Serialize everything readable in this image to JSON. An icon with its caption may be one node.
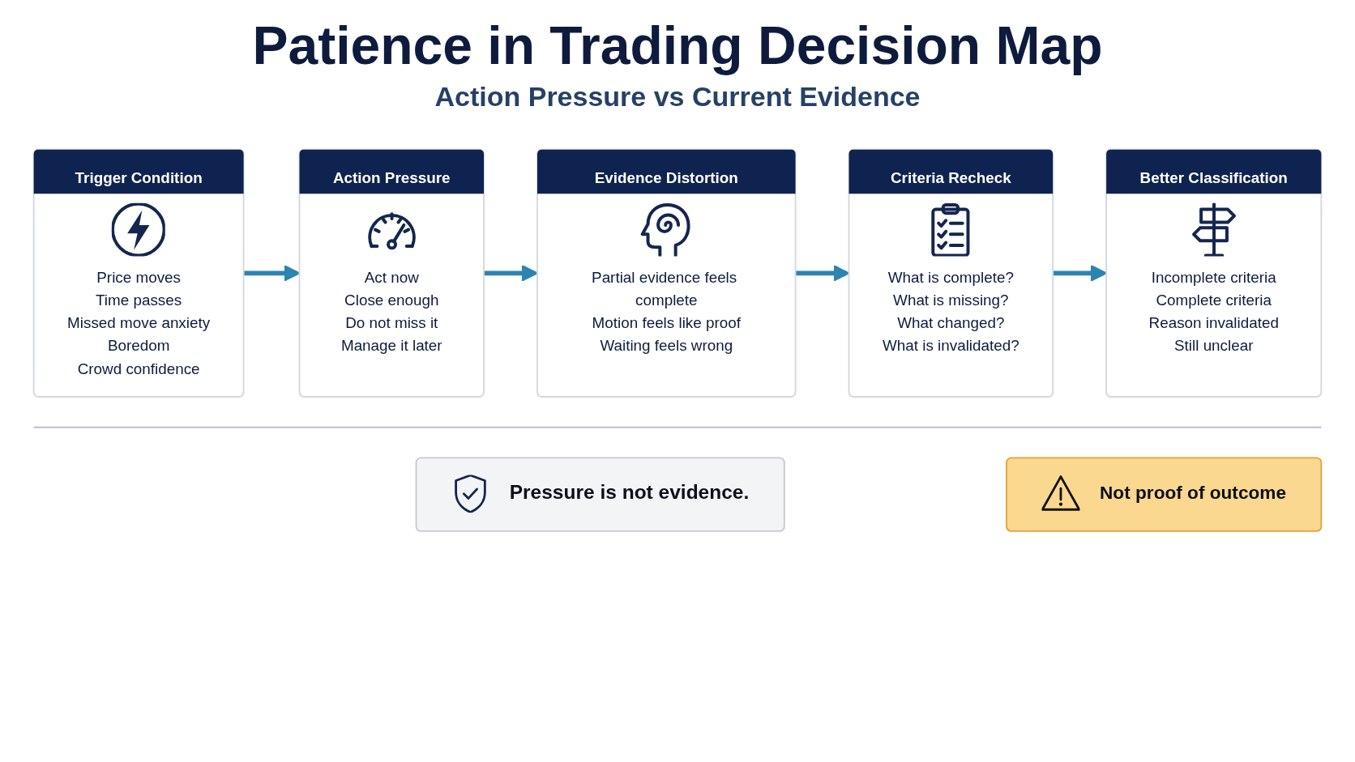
{
  "diagram": {
    "title": "Patience in Trading Decision Map",
    "nodes": [
      {
        "text": [
          "Trigger Condition",
          "Price moves",
          "Time passes",
          "Missed move anxiety",
          "Boredom",
          "Crowd confidence"
        ]
      },
      {
        "text": [
          "Action Pressure",
          "Act now",
          "Close enough",
          "Do not miss it",
          "Manage it later"
        ]
      },
      {
        "text": [
          "Evidence Distortion",
          "Partial evidence feels complete",
          "Motion feels like proof",
          "Waiting feels wrong"
        ]
      },
      {
        "text": [
          "Criteria Recheck",
          "What is complete?",
          "What is missing?",
          "What changed?",
          "What is invalidated?"
        ]
      },
      {
        "text": [
          "Better Classification",
          "Incomplete criteria",
          "Complete criteria",
          "Reason invalidated",
          "Still unclear"
        ]
      },
      {
        "text": [
          "Pressure is not evidence."
        ]
      },
      {
        "text": [
          "Not proof of outcome"
        ]
      }
    ],
    "edges": [
      {
        "from": 0,
        "to": 1,
        "arrow": "to"
      },
      {
        "from": 1,
        "to": 2,
        "arrow": "to"
      },
      {
        "from": 2,
        "to": 3,
        "arrow": "to"
      },
      {
        "from": 3,
        "to": 4,
        "arrow": "to"
      }
    ],
    "labels": [
      "Action Pressure vs Current Evidence"
    ]
  }
}
